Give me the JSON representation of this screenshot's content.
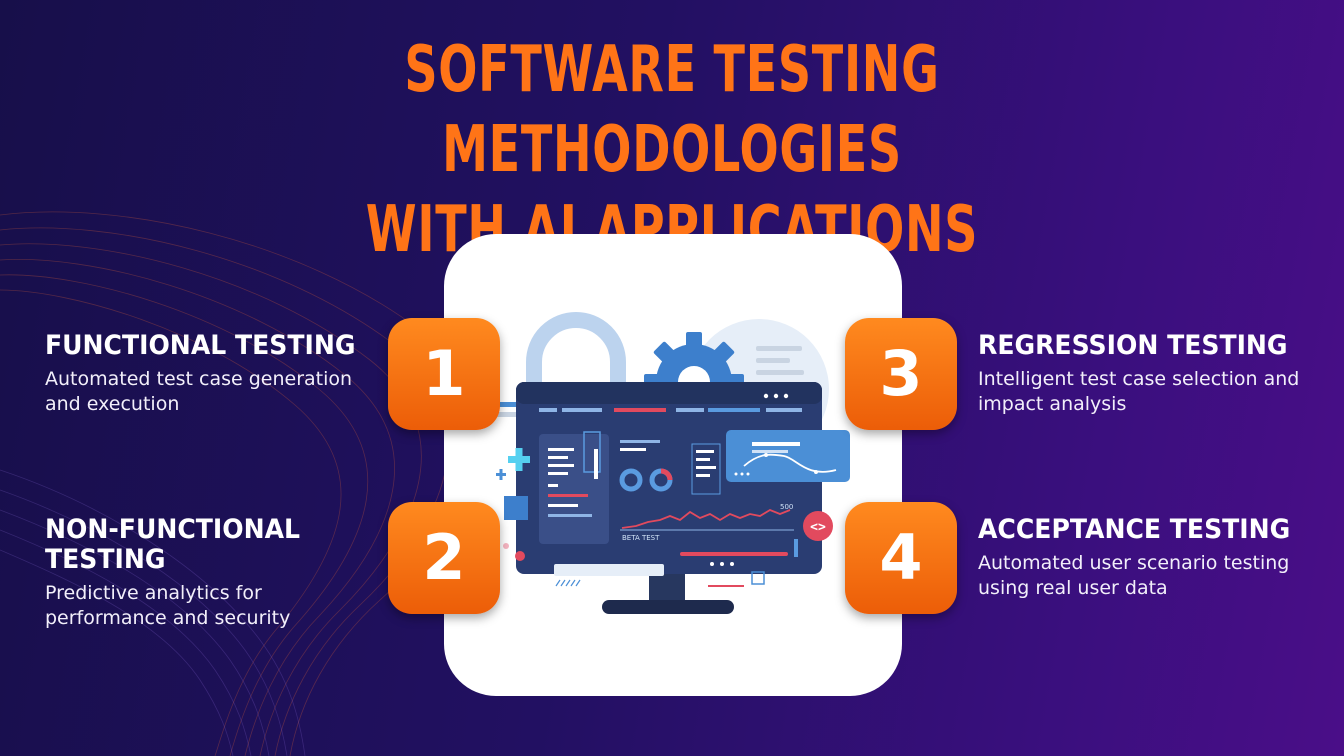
{
  "title": {
    "line1": "SOFTWARE TESTING METHODOLOGIES",
    "line2": "WITH AI APPLICATIONS"
  },
  "methods": [
    {
      "number": "1",
      "heading": "FUNCTIONAL TESTING",
      "description": "Automated test case generation and execution"
    },
    {
      "number": "2",
      "heading": "NON-FUNCTIONAL TESTING",
      "description": "Predictive analytics for performance and security"
    },
    {
      "number": "3",
      "heading": "REGRESSION TESTING",
      "description": "Intelligent test case selection and impact analysis"
    },
    {
      "number": "4",
      "heading": "ACCEPTANCE TESTING",
      "description": "Automated user scenario testing using real user data"
    }
  ],
  "illustration": {
    "chart_label": "BETA TEST",
    "chart_value": "500",
    "code_symbol": "<>"
  },
  "colors": {
    "accent": "#ff7417",
    "background_start": "#170f4a",
    "background_end": "#4a0e88",
    "monitor": "#2a3d72",
    "card_blue": "#4b8fd6"
  },
  "icons": [
    "gear-icon",
    "padlock-icon",
    "plus-icon",
    "code-brackets-icon"
  ]
}
